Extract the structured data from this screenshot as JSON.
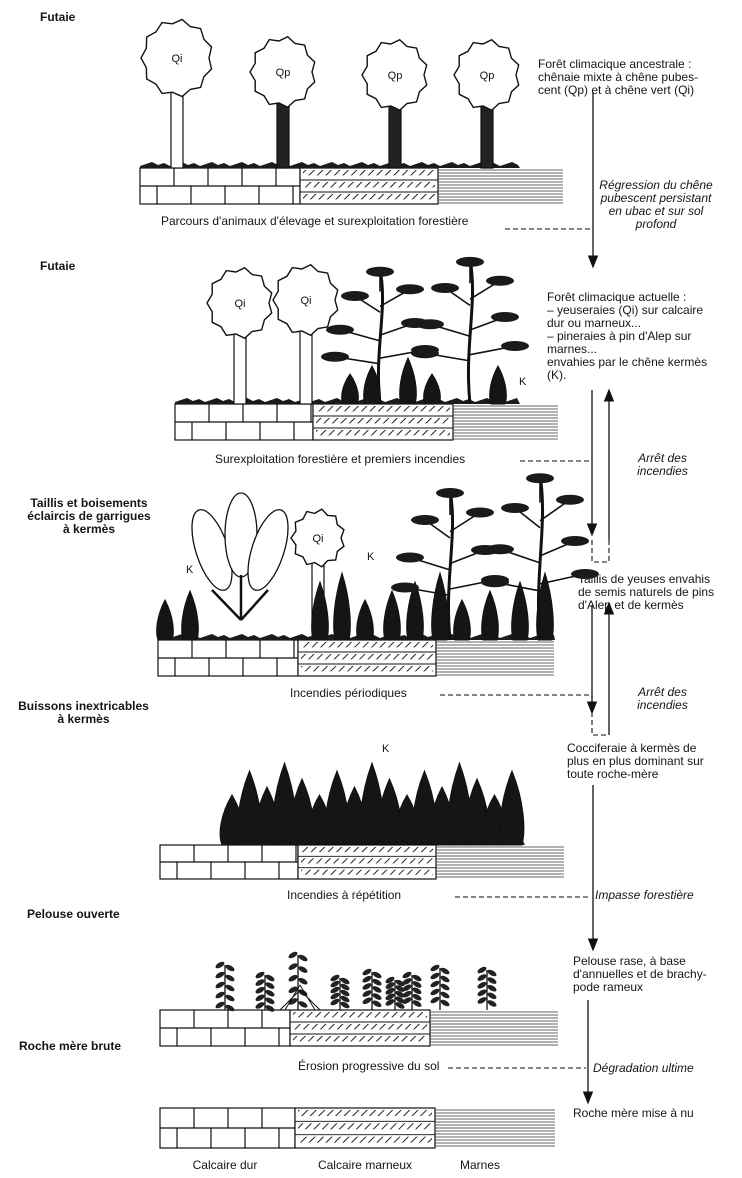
{
  "stages": [
    {
      "title": "Futaie",
      "description": "Forêt climacique ancestrale :\nchênaie mixte à chêne pubes-\ncent (Qp) et à chêne vert (Qi)",
      "tree_labels": [
        "Qi",
        "Qp",
        "Qp",
        "Qp"
      ],
      "cause": "Parcours d'animaux d'élevage et surexploitation forestière"
    },
    {
      "title": "Futaie",
      "description": "Forêt climacique actuelle :\n– yeuseraies (Qi) sur calcaire\ndur ou marneux...\n– pineraies à pin d'Alep sur\nmarnes...\nenvahies par le chêne kermès\n(K).",
      "tree_labels": [
        "Qi",
        "Qi",
        "K"
      ],
      "cause": "Surexploitation forestière et premiers incendies"
    },
    {
      "title": "Taillis et boisements\néclaircis de garrigues\nà kermès",
      "description": "Taillis de yeuses envahis\nde semis naturels de pins\nd'Alep et de kermès",
      "tree_labels": [
        "K",
        "Qi",
        "K"
      ],
      "cause": "Incendies périodiques"
    },
    {
      "title": "Buissons inextricables\nà kermès",
      "description": "Cocciferaie à kermès de\nplus en plus dominant sur\ntoute roche-mère",
      "tree_labels": [
        "K"
      ],
      "cause": "Incendies à répétition"
    },
    {
      "title": "Pelouse ouverte",
      "description": "Pelouse rase, à base\nd'annuelles et de brachy-\npode rameux",
      "cause": "Érosion progressive du sol"
    },
    {
      "title": "Roche mère brute",
      "description": "Roche mère mise à nu"
    }
  ],
  "arrow_labels": [
    "Régression du chêne\npubescent persistant\nen ubac et sur sol\nprofond",
    "Arrêt des\nincendies",
    "Arrêt des\nincendies",
    "Impasse forestière",
    "Dégradation ultime"
  ],
  "substrates": [
    "Calcaire dur",
    "Calcaire marneux",
    "Marnes"
  ]
}
